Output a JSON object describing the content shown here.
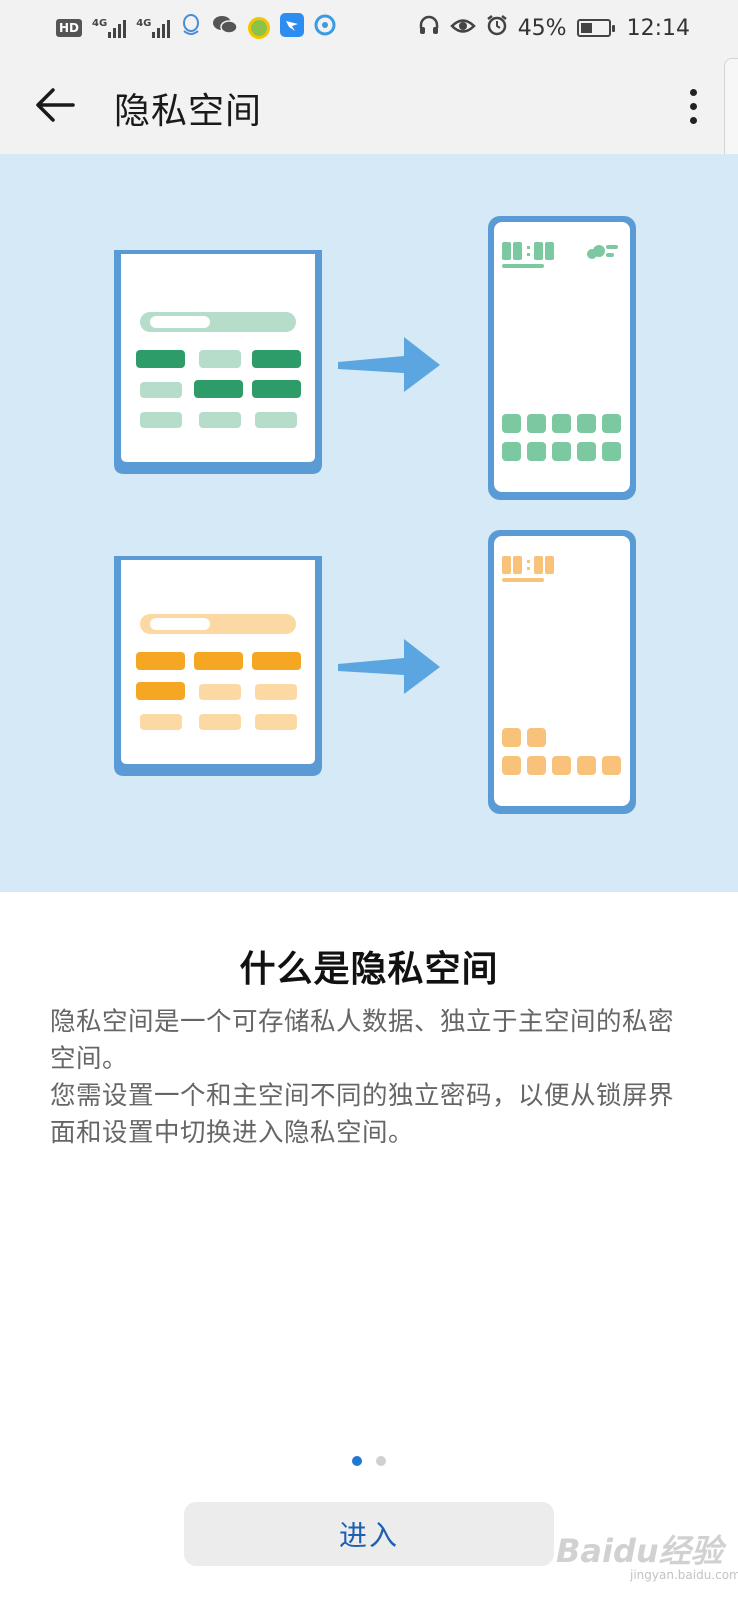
{
  "status_bar": {
    "hd_label": "HD",
    "signal_label_1": "4G",
    "signal_label_2": "4G",
    "battery_percent": "45%",
    "battery_level": 0.45,
    "time": "12:14"
  },
  "app_bar": {
    "title": "隐私空间"
  },
  "intro": {
    "heading": "什么是隐私空间",
    "paragraph_1": "隐私空间是一个可存储私人数据、独立于主空间的私密空间。",
    "paragraph_2": "您需设置一个和主空间不同的独立密码，以便从锁屏界面和设置中切换进入隐私空间。"
  },
  "pager": {
    "page_count": 2,
    "current_page": 1
  },
  "enter_button": {
    "label": "进入"
  },
  "watermark": {
    "text": "Baidu经验",
    "sub": "jingyan.baidu.com"
  },
  "colors": {
    "status_bg": "#f2f2f2",
    "illustration_bg": "#d6e9f7",
    "phone_frame": "#5b9bd5",
    "green_dark": "#2e9c68",
    "green_light": "#b5ddca",
    "green_mid": "#7cc8a0",
    "orange_dark": "#f5a623",
    "orange_light": "#fcd9a3",
    "orange_mid": "#f8c27a",
    "arrow": "#5ba6e0",
    "accent_blue": "#1f78d1",
    "button_text": "#1f5fb0"
  }
}
